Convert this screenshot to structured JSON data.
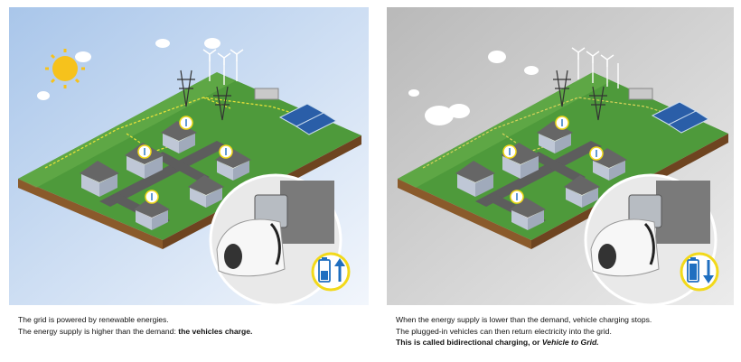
{
  "left_panel": {
    "caption_line1": "The grid is powered by renewable energies.",
    "caption_line2_pre": "The energy supply is higher than the demand: ",
    "caption_line2_bold": "the vehicles charge.",
    "sky_colors": [
      "#a9c6ea",
      "#eaf2fb"
    ],
    "battery_direction": "charging-up-arrow"
  },
  "right_panel": {
    "caption_line1": "When the energy supply is lower than the demand, vehicle charging stops.",
    "caption_line2": "The plugged-in vehicles can then return electricity into the grid.",
    "caption_line3_pre": "This is called bidirectional charging, or ",
    "caption_line3_italic": "Vehicle to Grid.",
    "sky_colors": [
      "#b9b9b9",
      "#ececec"
    ],
    "battery_direction": "discharging-down-arrow"
  },
  "colors": {
    "grass": "#4e9a3b",
    "grass_light": "#6db350",
    "soil": "#8a5a2b",
    "road": "#5d5d5d",
    "power_line_left": "#e6e13a",
    "power_line_right": "#d9d45a",
    "badge_blue": "#1f6fc0",
    "badge_ring": "#f2d91a"
  }
}
